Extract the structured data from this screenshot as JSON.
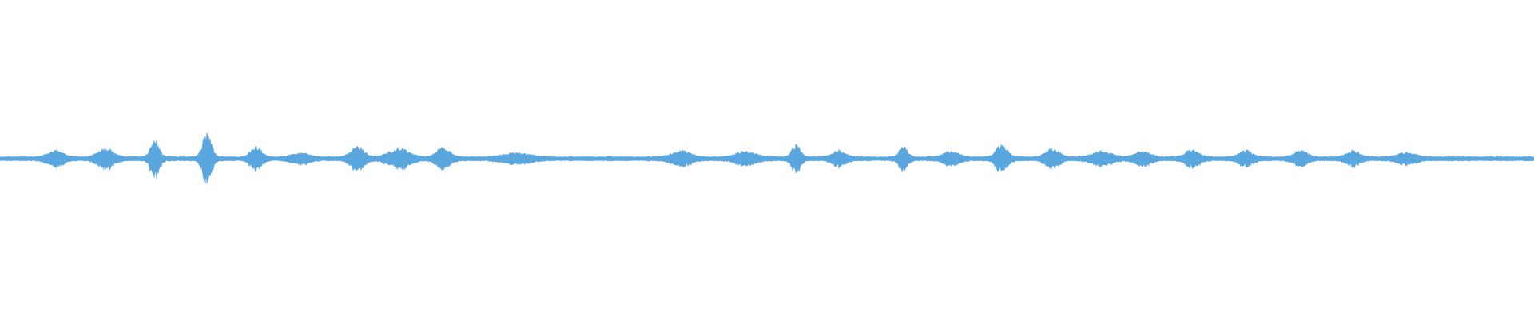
{
  "waveform": {
    "color": "#5aa7e0",
    "background": "#ffffff",
    "baseline_amplitude": 0.012,
    "bursts": [
      {
        "t": 0.036,
        "amp": 0.035,
        "width": 0.007
      },
      {
        "t": 0.069,
        "amp": 0.045,
        "width": 0.007
      },
      {
        "t": 0.101,
        "amp": 0.085,
        "width": 0.004
      },
      {
        "t": 0.135,
        "amp": 0.125,
        "width": 0.004
      },
      {
        "t": 0.167,
        "amp": 0.055,
        "width": 0.005
      },
      {
        "t": 0.196,
        "amp": 0.022,
        "width": 0.008
      },
      {
        "t": 0.233,
        "amp": 0.055,
        "width": 0.006
      },
      {
        "t": 0.26,
        "amp": 0.045,
        "width": 0.009
      },
      {
        "t": 0.289,
        "amp": 0.05,
        "width": 0.006
      },
      {
        "t": 0.337,
        "amp": 0.022,
        "width": 0.012
      },
      {
        "t": 0.444,
        "amp": 0.035,
        "width": 0.008
      },
      {
        "t": 0.486,
        "amp": 0.03,
        "width": 0.009
      },
      {
        "t": 0.519,
        "amp": 0.06,
        "width": 0.004
      },
      {
        "t": 0.547,
        "amp": 0.035,
        "width": 0.006
      },
      {
        "t": 0.589,
        "amp": 0.05,
        "width": 0.004
      },
      {
        "t": 0.62,
        "amp": 0.03,
        "width": 0.007
      },
      {
        "t": 0.653,
        "amp": 0.065,
        "width": 0.005
      },
      {
        "t": 0.686,
        "amp": 0.045,
        "width": 0.006
      },
      {
        "t": 0.718,
        "amp": 0.03,
        "width": 0.009
      },
      {
        "t": 0.745,
        "amp": 0.03,
        "width": 0.007
      },
      {
        "t": 0.777,
        "amp": 0.04,
        "width": 0.006
      },
      {
        "t": 0.812,
        "amp": 0.035,
        "width": 0.006
      },
      {
        "t": 0.848,
        "amp": 0.035,
        "width": 0.006
      },
      {
        "t": 0.882,
        "amp": 0.035,
        "width": 0.006
      },
      {
        "t": 0.917,
        "amp": 0.025,
        "width": 0.008
      }
    ]
  }
}
